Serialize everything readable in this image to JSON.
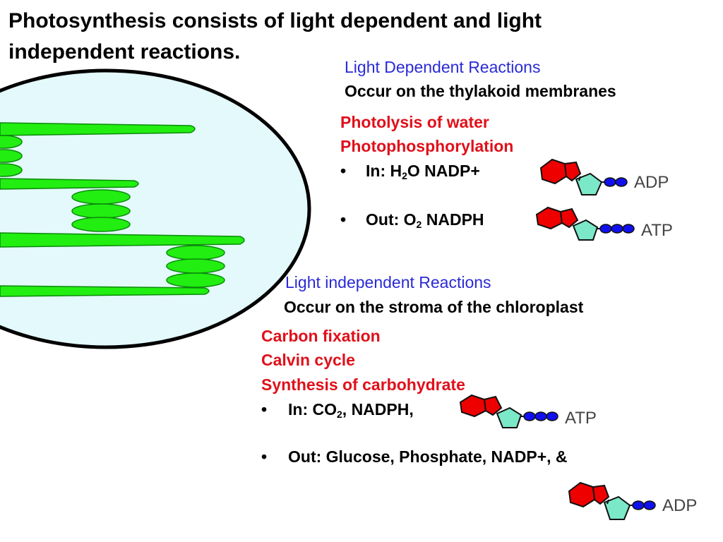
{
  "title": "Photosynthesis consists of light dependent and light independent reactions.",
  "light_dependent": {
    "heading": "Light Dependent Reactions",
    "location": "Occur on the thylakoid membranes",
    "processes": [
      "Photolysis of water",
      "Photophosphorylation"
    ],
    "in_label": "In: H",
    "in_sub": "2",
    "in_rest": "O  NADP+",
    "out_label": "Out: O",
    "out_sub": "2",
    "out_rest": "  NADPH",
    "in_molecule": "ADP",
    "out_molecule": "ATP"
  },
  "light_independent": {
    "heading": "Light independent Reactions",
    "location": "Occur on the stroma of the chloroplast",
    "processes": [
      "Carbon fixation",
      "Calvin cycle",
      "Synthesis of carbohydrate"
    ],
    "in_label": "In: CO",
    "in_sub": "2",
    "in_rest": ",  NADPH,",
    "out_text": "Out: Glucose, Phosphate, NADP+, &",
    "in_molecule": "ATP",
    "out_molecule": "ADP"
  },
  "bullet": "•",
  "colors": {
    "stroma": "#e3f9fb",
    "thylakoid": "#22ee11",
    "heading_blue": "#2a2ad6",
    "process_red": "#e0101a",
    "adenine_red": "#ee0000",
    "ribose_teal": "#7be8c8",
    "phosphate_blue": "#1010ee"
  }
}
